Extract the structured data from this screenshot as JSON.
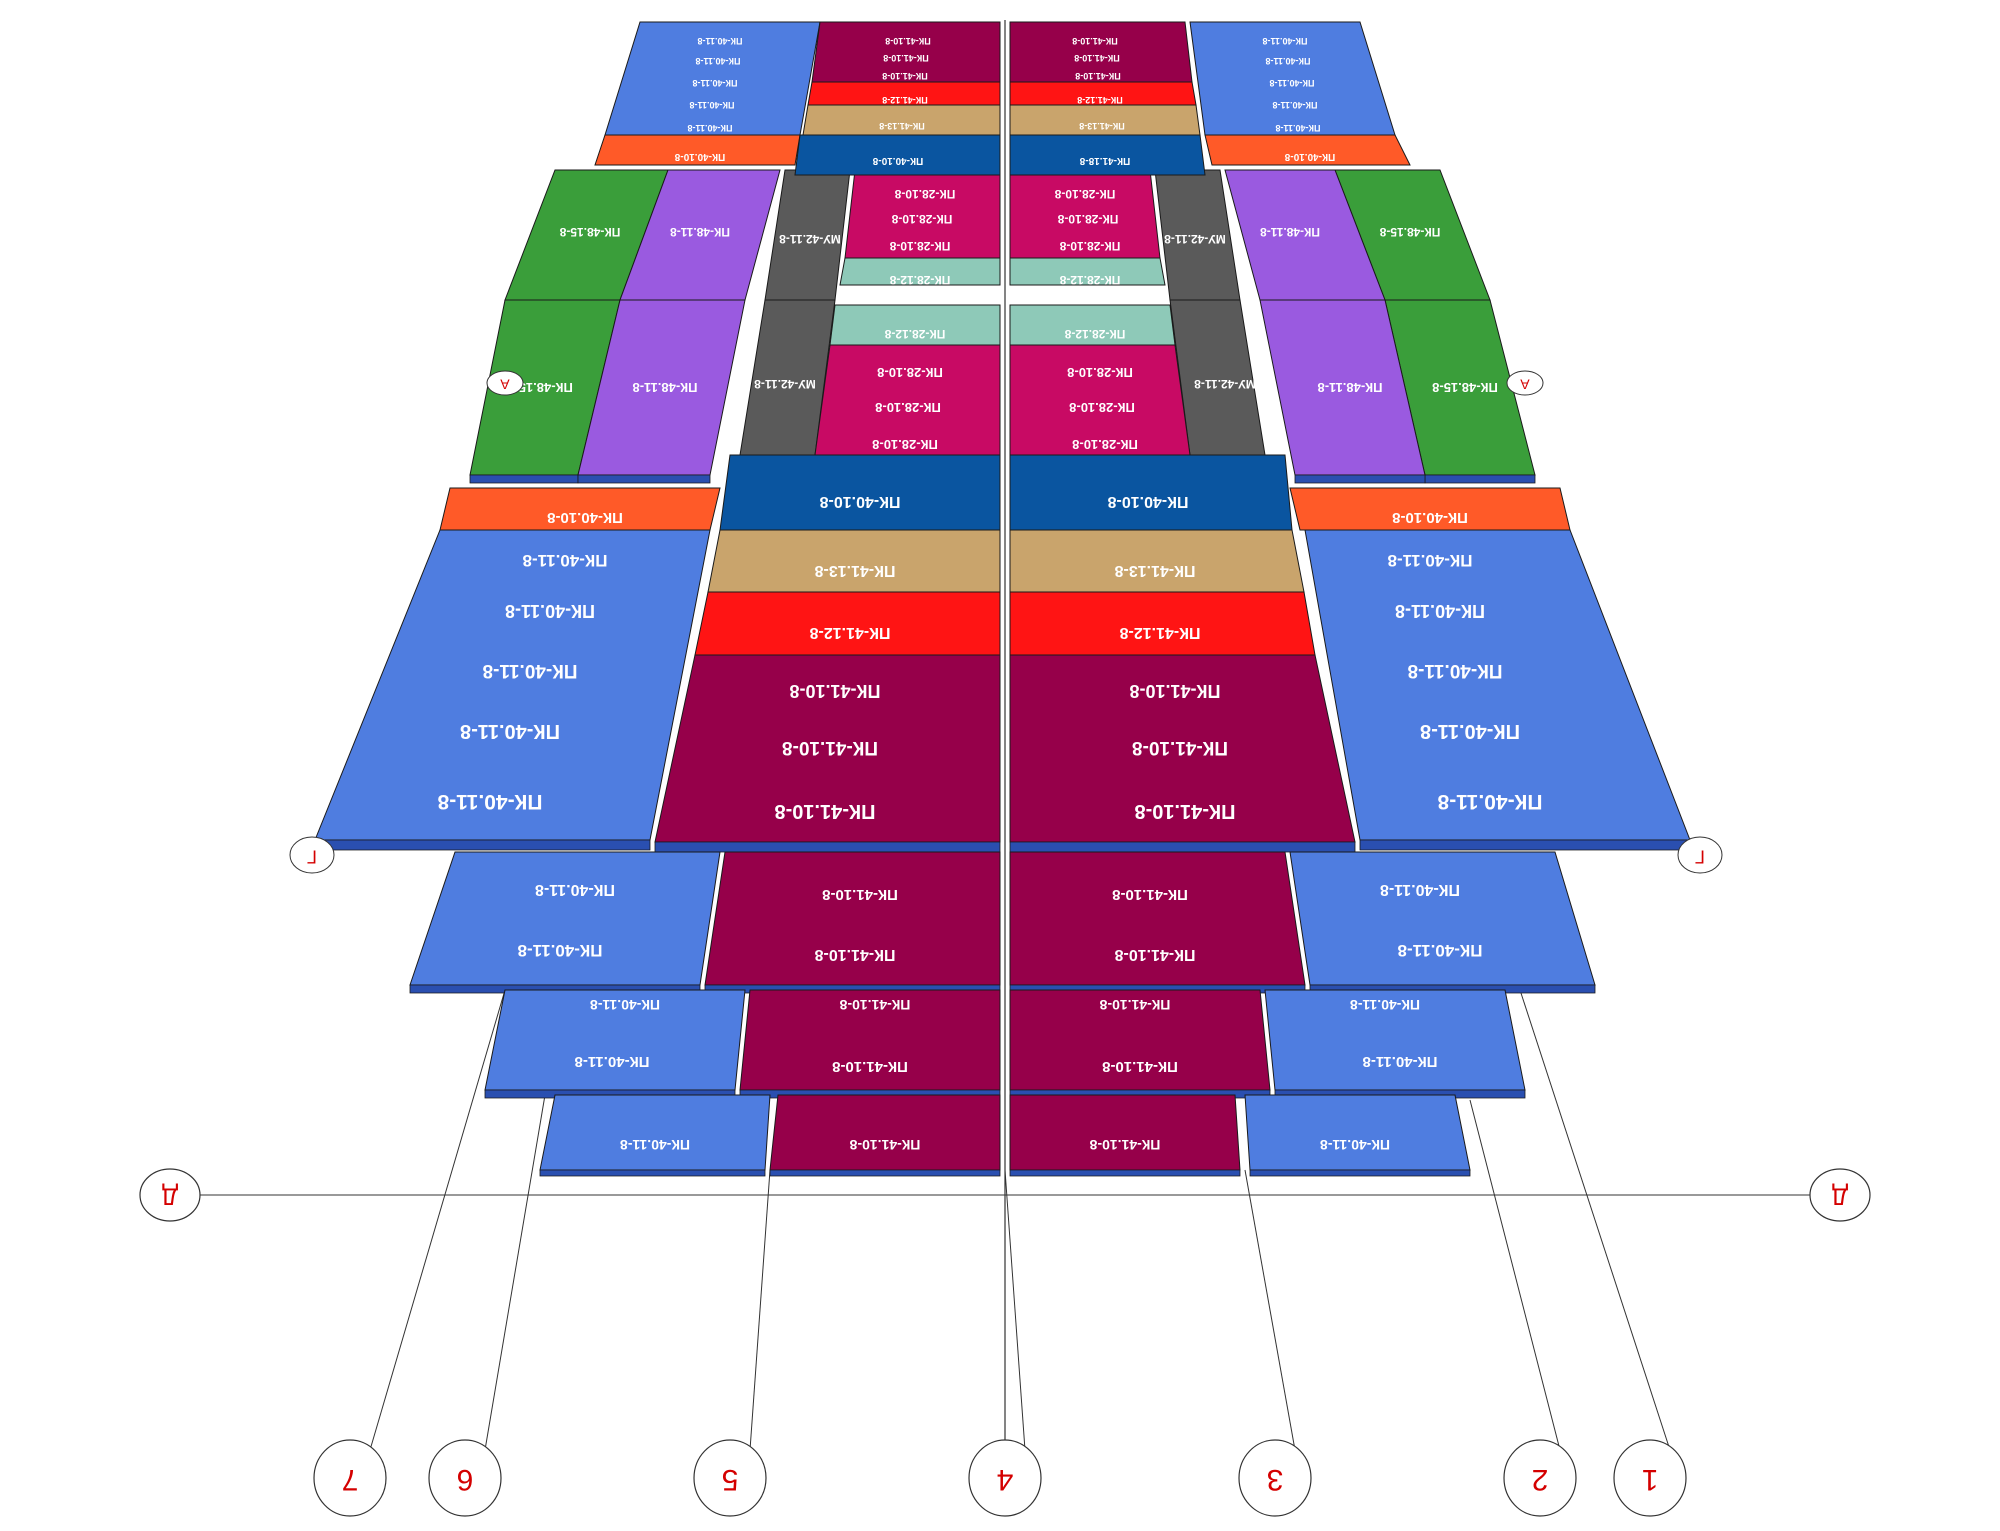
{
  "legend_colors": {
    "pk40_11": "#4f7de0",
    "pk40_10": "#ff5a28",
    "pk41_10": "#96004a",
    "pk41_12": "#ff1414",
    "pk41_13": "#c9a46c",
    "pk40_10_dark": "#0a55a0",
    "pk28_10": "#c80a64",
    "pk28_12": "#8ec9b8",
    "mu42": "#5a5a5a",
    "pk48_11": "#9a5ae0",
    "pk48_15": "#3a9e3a",
    "edge": "#2a4fb0"
  },
  "slab_labels": {
    "pk40_11": "ПК-40.11-8",
    "pk40_10": "ПК-40.10-8",
    "pk41_10": "ПК-41.10-8",
    "pk41_12": "ПК-41.12-8",
    "pk41_13": "ПК-41.13-8",
    "pk41_18": "ПК-41.18-8",
    "pk28_10": "ПК-28.10-8",
    "pk28_12": "ПК-28.12-8",
    "mu42": "МУ-42.11-8",
    "pk48_11": "ПК-48.11-8",
    "pk48_15": "ПК-48.15-8"
  },
  "axes": {
    "numbers": [
      "7",
      "6",
      "5",
      "4",
      "3",
      "2",
      "1"
    ],
    "letters": [
      "Д",
      "Г",
      "А"
    ]
  }
}
